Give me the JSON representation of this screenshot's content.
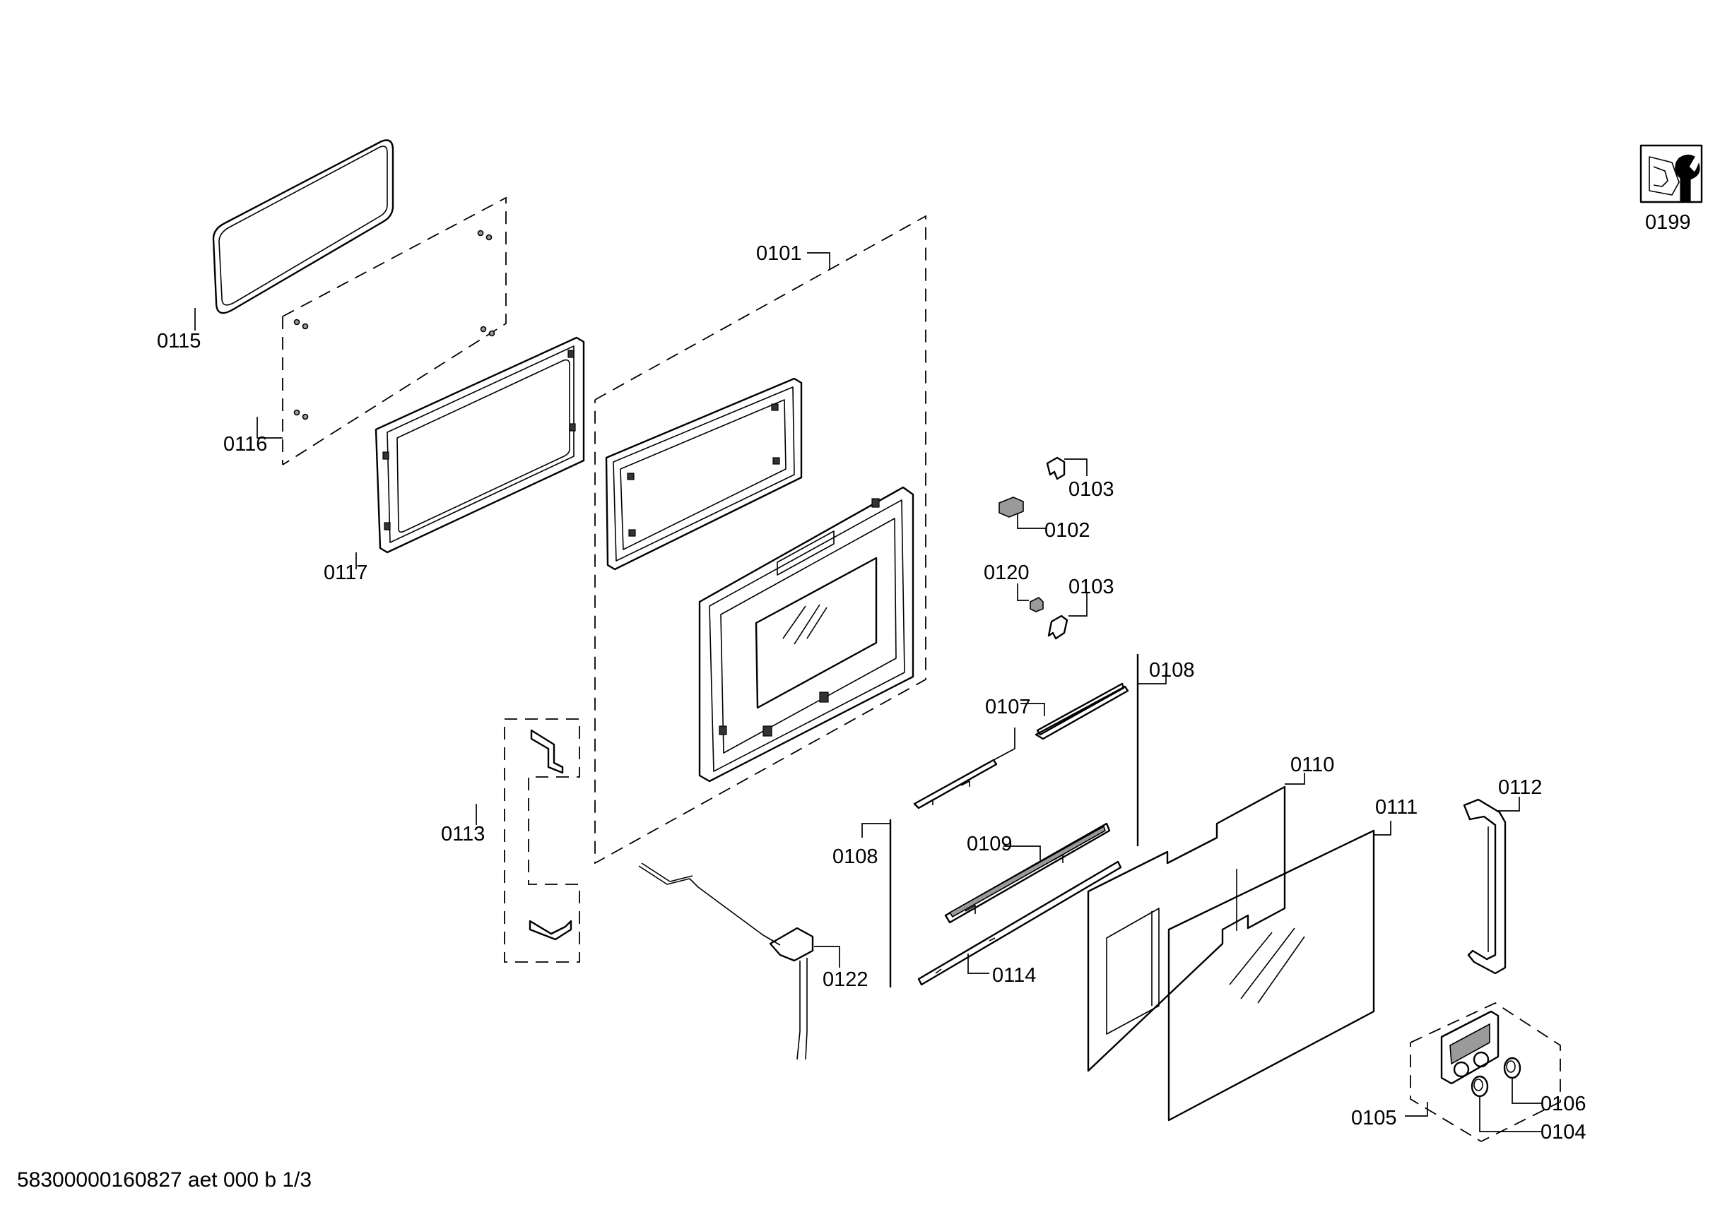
{
  "labels": {
    "p0101": "0101",
    "p0102": "0102",
    "p0103a": "0103",
    "p0103b": "0103",
    "p0104": "0104",
    "p0105": "0105",
    "p0106": "0106",
    "p0107": "0107",
    "p0108a": "0108",
    "p0108b": "0108",
    "p0109": "0109",
    "p0110": "0110",
    "p0111": "0111",
    "p0112": "0112",
    "p0113": "0113",
    "p0114": "0114",
    "p0115": "0115",
    "p0116": "0116",
    "p0117": "0117",
    "p0120": "0120",
    "p0122": "0122",
    "p0199": "0199"
  },
  "icons": {
    "service_icon": "wrench-tool-icon"
  },
  "footer": {
    "doc_id": "58300000160827 aet 000 b 1/3"
  }
}
